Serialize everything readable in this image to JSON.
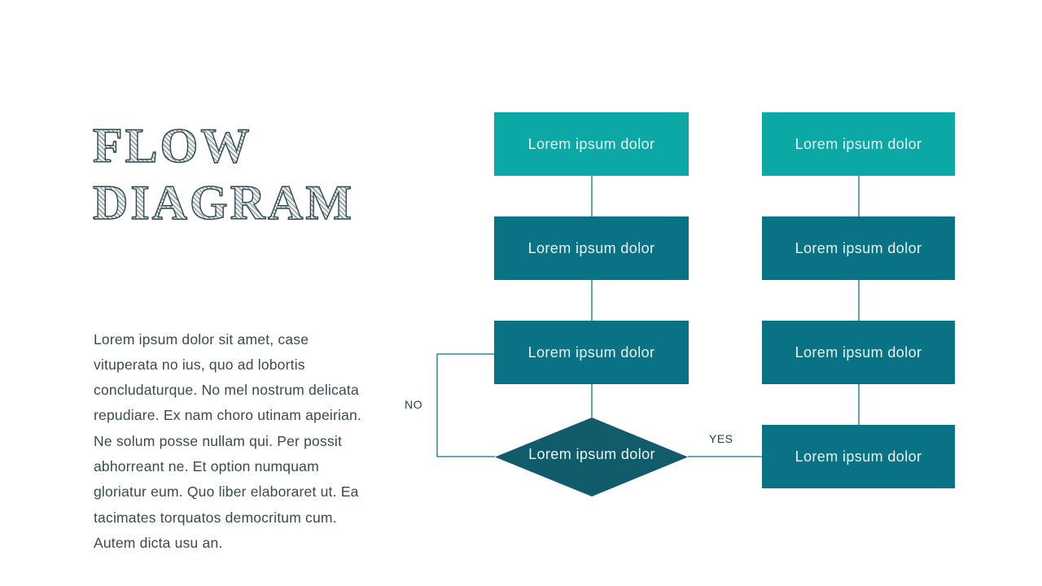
{
  "slide": {
    "title": {
      "line1": "FLOW",
      "line2": "DIAGRAM"
    },
    "body": "Lorem ipsum dolor sit amet, case vituperata no ius, quo ad lobortis concludaturque. No mel nostrum delicata repudiare. Ex nam choro utinam apeirian. Ne solum posse nullam qui. Per possit abhorreant ne. Et option numquam gloriatur eum. Quo liber elaboraret ut. Ea tacimates torquatos democritum cum. Autem dicta usu an."
  },
  "flowchart": {
    "left_column": [
      "Lorem ipsum dolor",
      "Lorem ipsum dolor",
      "Lorem ipsum dolor"
    ],
    "right_column": [
      "Lorem ipsum dolor",
      "Lorem ipsum dolor",
      "Lorem ipsum dolor",
      "Lorem ipsum dolor"
    ],
    "decision": "Lorem ipsum dolor",
    "no_label": "NO",
    "yes_label": "YES"
  },
  "colors": {
    "accent_bright": "#0ba8a6",
    "accent_dark": "#0a7285",
    "decision_fill": "#115c6b",
    "connector": "#0e7486",
    "title_ink": "#2e4a4e",
    "body_ink": "#3a4a50"
  }
}
